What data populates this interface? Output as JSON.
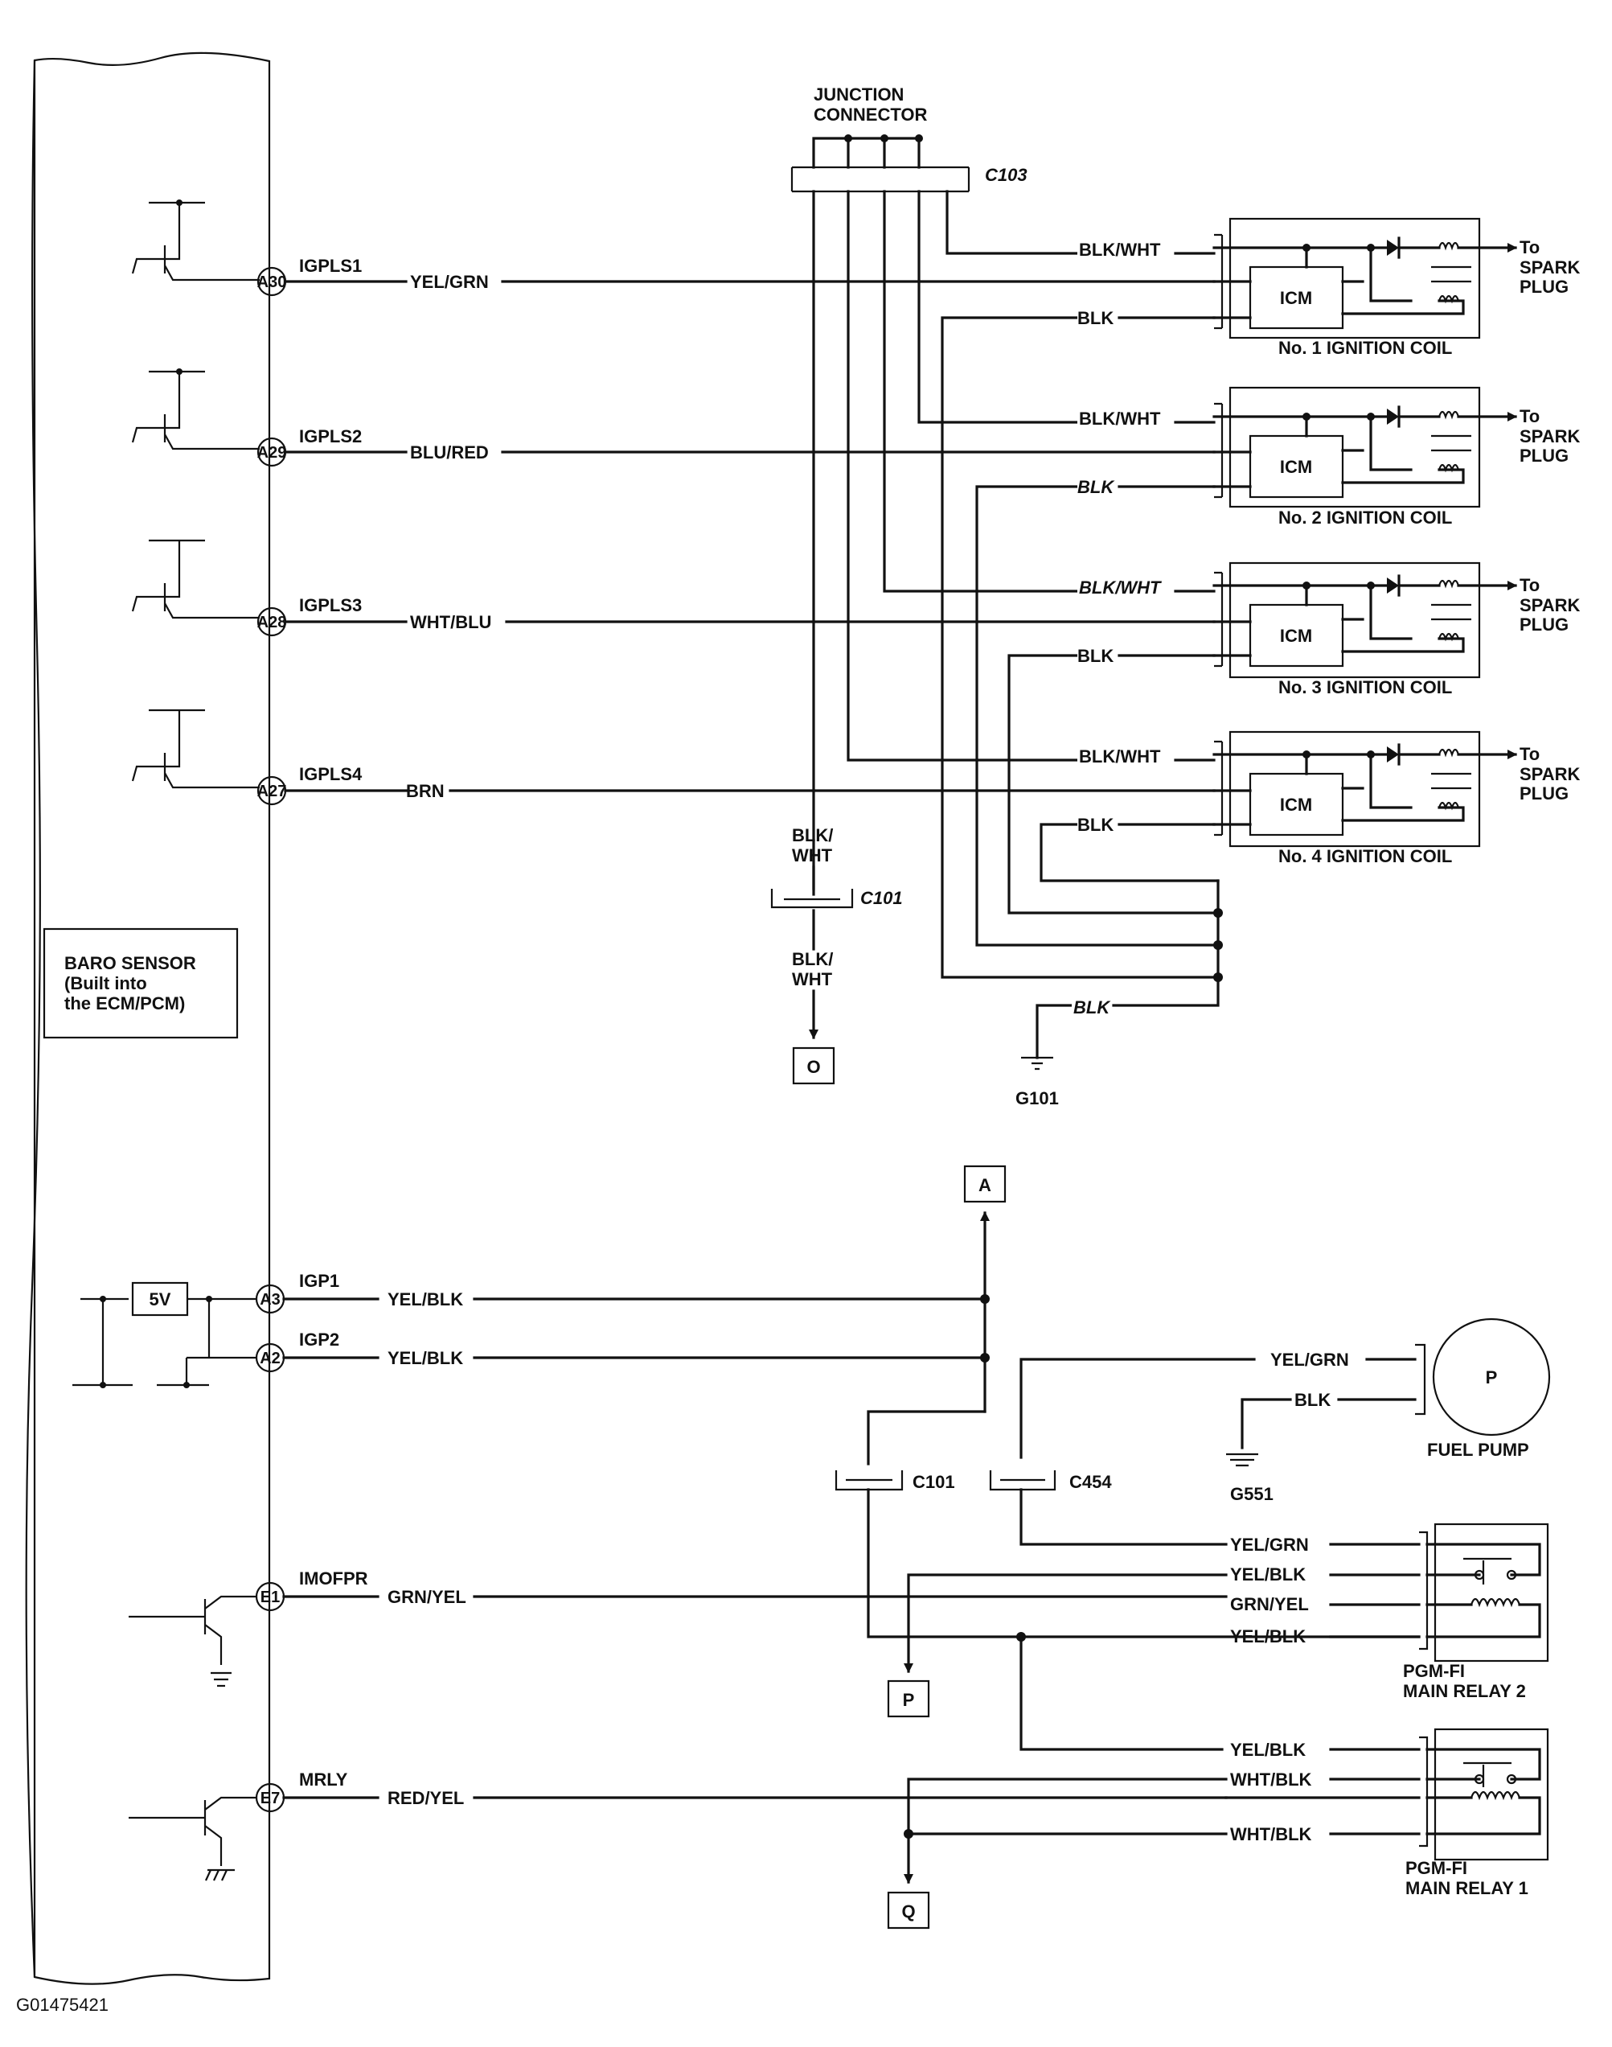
{
  "colors": {
    "ink": "#111111",
    "background": "#ffffff"
  },
  "ecm": {
    "pins": [
      {
        "id": "A30",
        "signal": "IGPLS1",
        "wire": "YEL/GRN"
      },
      {
        "id": "A29",
        "signal": "IGPLS2",
        "wire": "BLU/RED"
      },
      {
        "id": "A28",
        "signal": "IGPLS3",
        "wire": "WHT/BLU"
      },
      {
        "id": "A27",
        "signal": "IGPLS4",
        "wire": "BRN"
      },
      {
        "id": "A3",
        "signal": "IGP1",
        "wire": "YEL/BLK"
      },
      {
        "id": "A2",
        "signal": "IGP2",
        "wire": "YEL/BLK"
      },
      {
        "id": "E1",
        "signal": "IMOFPR",
        "wire": "GRN/YEL"
      },
      {
        "id": "E7",
        "signal": "MRLY",
        "wire": "RED/YEL"
      }
    ],
    "regulator": "5V",
    "baro_sensor": [
      "BARO SENSOR",
      "(Built into",
      "the ECM/PCM)"
    ]
  },
  "junction": {
    "title": [
      "JUNCTION",
      "CONNECTOR"
    ],
    "connector": "C103"
  },
  "coils": [
    {
      "name": "No. 1 IGNITION COIL",
      "module": "ICM",
      "feed": "BLK/WHT",
      "ground": "BLK",
      "output": [
        "To",
        "SPARK",
        "PLUG"
      ]
    },
    {
      "name": "No. 2 IGNITION COIL",
      "module": "ICM",
      "feed": "BLK/WHT",
      "ground": "BLK",
      "output": [
        "To",
        "SPARK",
        "PLUG"
      ]
    },
    {
      "name": "No. 3 IGNITION COIL",
      "module": "ICM",
      "feed": "BLK/WHT",
      "ground": "BLK",
      "output": [
        "To",
        "SPARK",
        "PLUG"
      ]
    },
    {
      "name": "No. 4 IGNITION COIL",
      "module": "ICM",
      "feed": "BLK/WHT",
      "ground": "BLK",
      "output": [
        "To",
        "SPARK",
        "PLUG"
      ]
    }
  ],
  "c101_upper": {
    "wire_top": [
      "BLK/",
      "WHT"
    ],
    "connector": "C101",
    "wire_bottom": [
      "BLK/",
      "WHT"
    ],
    "ref": "O"
  },
  "ground_g101": {
    "wire": "BLK",
    "label": "G101"
  },
  "ref_a": "A",
  "c101_lower": "C101",
  "c454": "C454",
  "fuel_pump": {
    "name": "FUEL PUMP",
    "symbol": "P",
    "feed": "YEL/GRN",
    "ground": "BLK",
    "ground_label": "G551"
  },
  "relay2": {
    "name": [
      "PGM-FI",
      "MAIN RELAY 2"
    ],
    "wires": [
      "YEL/GRN",
      "YEL/BLK",
      "GRN/YEL",
      "YEL/BLK"
    ]
  },
  "relay1": {
    "name": [
      "PGM-FI",
      "MAIN RELAY 1"
    ],
    "wires": [
      "YEL/BLK",
      "WHT/BLK",
      "WHT/BLK"
    ]
  },
  "ref_p": "P",
  "ref_q": "Q",
  "figure_id": "G01475421"
}
